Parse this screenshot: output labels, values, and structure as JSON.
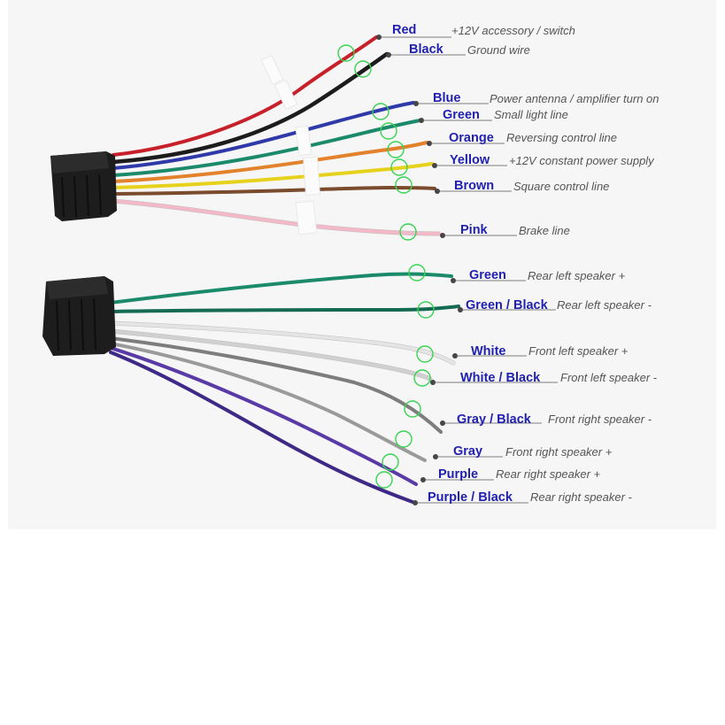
{
  "colors": {
    "label_blue": "#1f1fb0",
    "marker": "#39d353",
    "background": "#f6f6f6",
    "connector": "#222222"
  },
  "connector_a": {
    "name": "power-connector",
    "wires": [
      {
        "id": "red",
        "name": "Red",
        "desc": "+12V accessory / switch",
        "color": "#c8202a"
      },
      {
        "id": "black",
        "name": "Black",
        "desc": "Ground wire",
        "color": "#1c1c1c"
      },
      {
        "id": "blue",
        "name": "Blue",
        "desc": "Power antenna / amplifier turn on",
        "color": "#2f3aa8"
      },
      {
        "id": "green",
        "name": "Green",
        "desc": "Small light line",
        "color": "#1b8a6b"
      },
      {
        "id": "orange",
        "name": "Orange",
        "desc": "Reversing control line",
        "color": "#e3822c"
      },
      {
        "id": "yellow",
        "name": "Yellow",
        "desc": "+12V constant power supply",
        "color": "#e6d21c"
      },
      {
        "id": "brown",
        "name": "Brown",
        "desc": "Square control line",
        "color": "#7a4b2c"
      },
      {
        "id": "pink",
        "name": "Pink",
        "desc": "Brake line",
        "color": "#f3b9c9"
      }
    ]
  },
  "connector_b": {
    "name": "speaker-connector",
    "wires": [
      {
        "id": "green",
        "name": "Green",
        "desc": "Rear left speaker +",
        "color": "#1b8a6b"
      },
      {
        "id": "green-black",
        "name": "Green / Black",
        "desc": "Rear left speaker -",
        "color": "#146b52"
      },
      {
        "id": "white",
        "name": "White",
        "desc": "Front left speaker +",
        "color": "#e4e4e4"
      },
      {
        "id": "white-black",
        "name": "White / Black",
        "desc": "Front left speaker -",
        "color": "#d0d0d0"
      },
      {
        "id": "gray-black",
        "name": "Gray / Black",
        "desc": "Front right speaker -",
        "color": "#7d7d7d"
      },
      {
        "id": "gray",
        "name": "Gray",
        "desc": "Front right speaker +",
        "color": "#9a9a9a"
      },
      {
        "id": "purple",
        "name": "Purple",
        "desc": "Rear right speaker +",
        "color": "#5a3aa6"
      },
      {
        "id": "purple-black",
        "name": "Purple / Black",
        "desc": "Rear right speaker -",
        "color": "#3e2a86"
      }
    ]
  }
}
